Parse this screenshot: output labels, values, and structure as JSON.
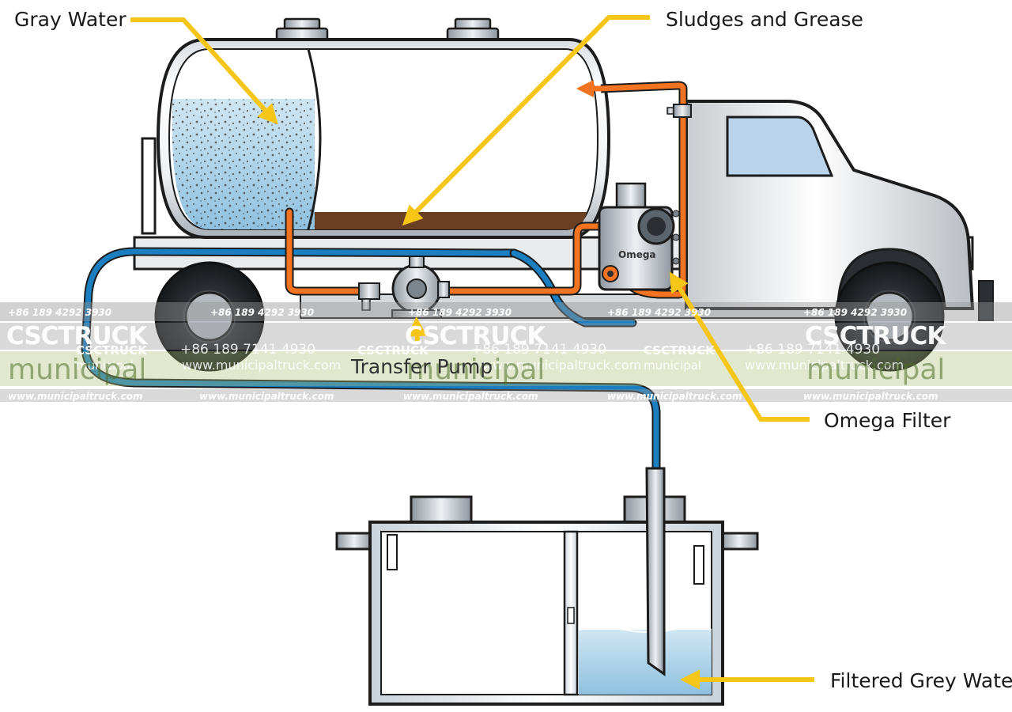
{
  "labels": {
    "gray_water": "Gray Water",
    "sludges_grease": "Sludges and Grease",
    "transfer_pump": "Transfer Pump",
    "omega_filter": "Omega Filter",
    "filtered_grey_water": "Filtered Grey Water",
    "filter_brand": "Omega"
  },
  "watermark": {
    "phone_1": "+86 189 4292 3930",
    "phone_2": "+86 189 7141 4930",
    "brand": "CSCTRUCK",
    "municipal": "municipal",
    "url": "www.municipaltruck.com"
  },
  "colors": {
    "arrow": "#f5c518",
    "supply_pipe": "#f47320",
    "return_hose": "#1a7ec0",
    "water": "#a9d3ea",
    "sludge": "#6b3f22"
  }
}
